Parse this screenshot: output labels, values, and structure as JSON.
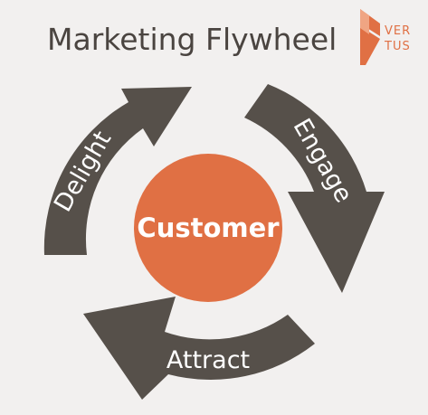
{
  "header": {
    "title": "Marketing Flywheel"
  },
  "logo": {
    "line1": "VER",
    "line2": "TUS"
  },
  "diagram": {
    "center_label": "Customer",
    "arrows": [
      {
        "label": "Delight"
      },
      {
        "label": "Engage"
      },
      {
        "label": "Attract"
      }
    ]
  },
  "colors": {
    "background": "#f2f0ef",
    "arrow": "#56504a",
    "accent": "#e07044",
    "title_text": "#4a4440",
    "label_text": "#ffffff"
  }
}
